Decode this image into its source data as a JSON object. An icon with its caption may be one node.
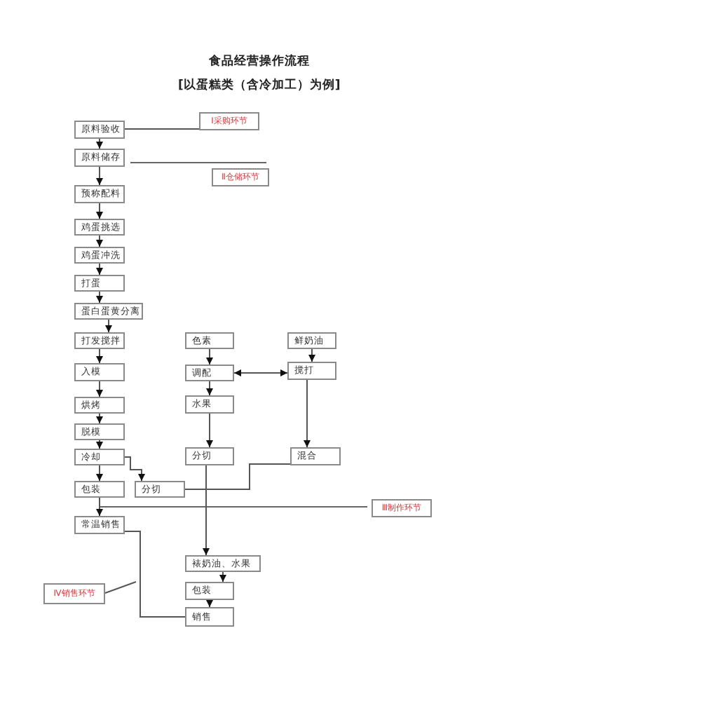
{
  "diagram": {
    "title": "食品经营操作流程",
    "nodes": [
      {
        "text": [
          "原料验收"
        ]
      },
      {
        "text": [
          "Ⅰ采购环节"
        ]
      },
      {
        "text": [
          "原料储存"
        ]
      },
      {
        "text": [
          "Ⅱ仓储环节"
        ]
      },
      {
        "text": [
          "预称配料"
        ]
      },
      {
        "text": [
          "鸡蛋挑选"
        ]
      },
      {
        "text": [
          "鸡蛋冲洗"
        ]
      },
      {
        "text": [
          "打蛋"
        ]
      },
      {
        "text": [
          "蛋白蛋黄分离"
        ]
      },
      {
        "text": [
          "打发搅拌"
        ]
      },
      {
        "text": [
          "色素"
        ]
      },
      {
        "text": [
          "鲜奶油"
        ]
      },
      {
        "text": [
          "入模"
        ]
      },
      {
        "text": [
          "调配"
        ]
      },
      {
        "text": [
          "搅打"
        ]
      },
      {
        "text": [
          "烘烤"
        ]
      },
      {
        "text": [
          "水果"
        ]
      },
      {
        "text": [
          "脱模"
        ]
      },
      {
        "text": [
          "冷却"
        ]
      },
      {
        "text": [
          "分切"
        ]
      },
      {
        "text": [
          "混合"
        ]
      },
      {
        "text": [
          "包装"
        ]
      },
      {
        "text": [
          "分切"
        ]
      },
      {
        "text": [
          "Ⅲ制作环节"
        ]
      },
      {
        "text": [
          "常温销售"
        ]
      },
      {
        "text": [
          "裱奶油、水果"
        ]
      },
      {
        "text": [
          "Ⅳ销售环节"
        ]
      },
      {
        "text": [
          "包装"
        ]
      },
      {
        "text": [
          "销售"
        ]
      }
    ],
    "edges": [
      {
        "from": 0,
        "to": 2,
        "arrow": "to"
      },
      {
        "from": 0,
        "to": 1,
        "arrow": "none"
      },
      {
        "from": 2,
        "to": 4,
        "arrow": "to"
      },
      {
        "from": 4,
        "to": 5,
        "arrow": "to"
      },
      {
        "from": 5,
        "to": 6,
        "arrow": "to"
      },
      {
        "from": 6,
        "to": 7,
        "arrow": "to"
      },
      {
        "from": 7,
        "to": 8,
        "arrow": "to"
      },
      {
        "from": 8,
        "to": 9,
        "arrow": "to"
      },
      {
        "from": 9,
        "to": 12,
        "arrow": "to"
      },
      {
        "from": 12,
        "to": 15,
        "arrow": "to"
      },
      {
        "from": 15,
        "to": 17,
        "arrow": "to"
      },
      {
        "from": 17,
        "to": 18,
        "arrow": "to"
      },
      {
        "from": 18,
        "to": 21,
        "arrow": "to"
      },
      {
        "from": 21,
        "to": 24,
        "arrow": "to"
      },
      {
        "from": 18,
        "to": 22,
        "arrow": "to"
      },
      {
        "from": 20,
        "to": 22,
        "arrow": "none"
      },
      {
        "from": 10,
        "to": 13,
        "arrow": "to"
      },
      {
        "from": 13,
        "to": 14,
        "arrow": "both"
      },
      {
        "from": 11,
        "to": 14,
        "arrow": "to"
      },
      {
        "from": 13,
        "to": 16,
        "arrow": "to"
      },
      {
        "from": 16,
        "to": 19,
        "arrow": "to"
      },
      {
        "from": 14,
        "to": 20,
        "arrow": "to"
      },
      {
        "from": 19,
        "to": 25,
        "arrow": "to"
      },
      {
        "from": 25,
        "to": 27,
        "arrow": "to"
      },
      {
        "from": 27,
        "to": 28,
        "arrow": "to"
      },
      {
        "from": 24,
        "to": 28,
        "arrow": "none"
      },
      {
        "from": 26,
        "to": null,
        "arrow": "none"
      }
    ],
    "labels": [
      "[以蛋糕类（含冷加工）为例]"
    ]
  }
}
